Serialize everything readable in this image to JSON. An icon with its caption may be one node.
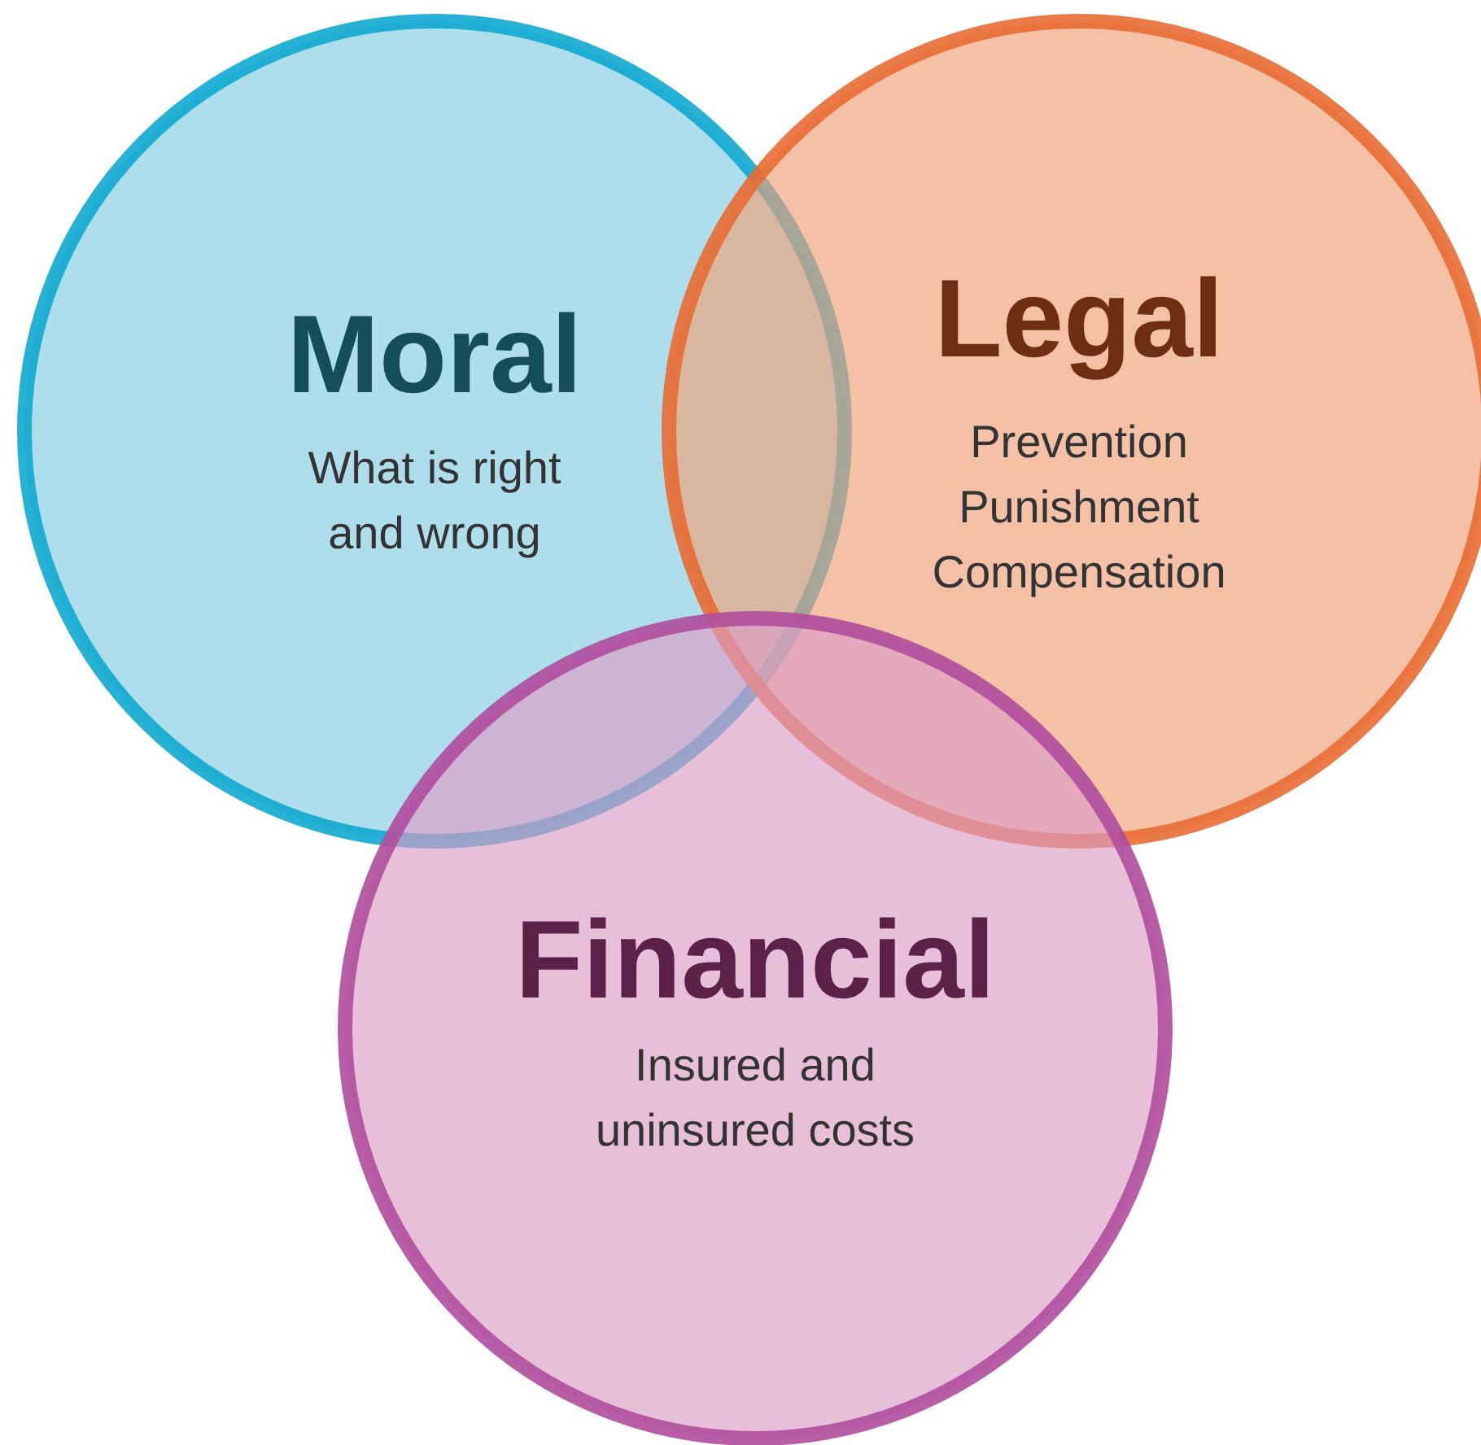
{
  "diagram": {
    "nodes": [
      {
        "text": [
          "Moral",
          "What is right and wrong"
        ]
      },
      {
        "text": [
          "Legal",
          "Prevention Punishment Compensation"
        ]
      },
      {
        "text": [
          "Financial",
          "Insured and uninsured costs"
        ]
      }
    ]
  }
}
